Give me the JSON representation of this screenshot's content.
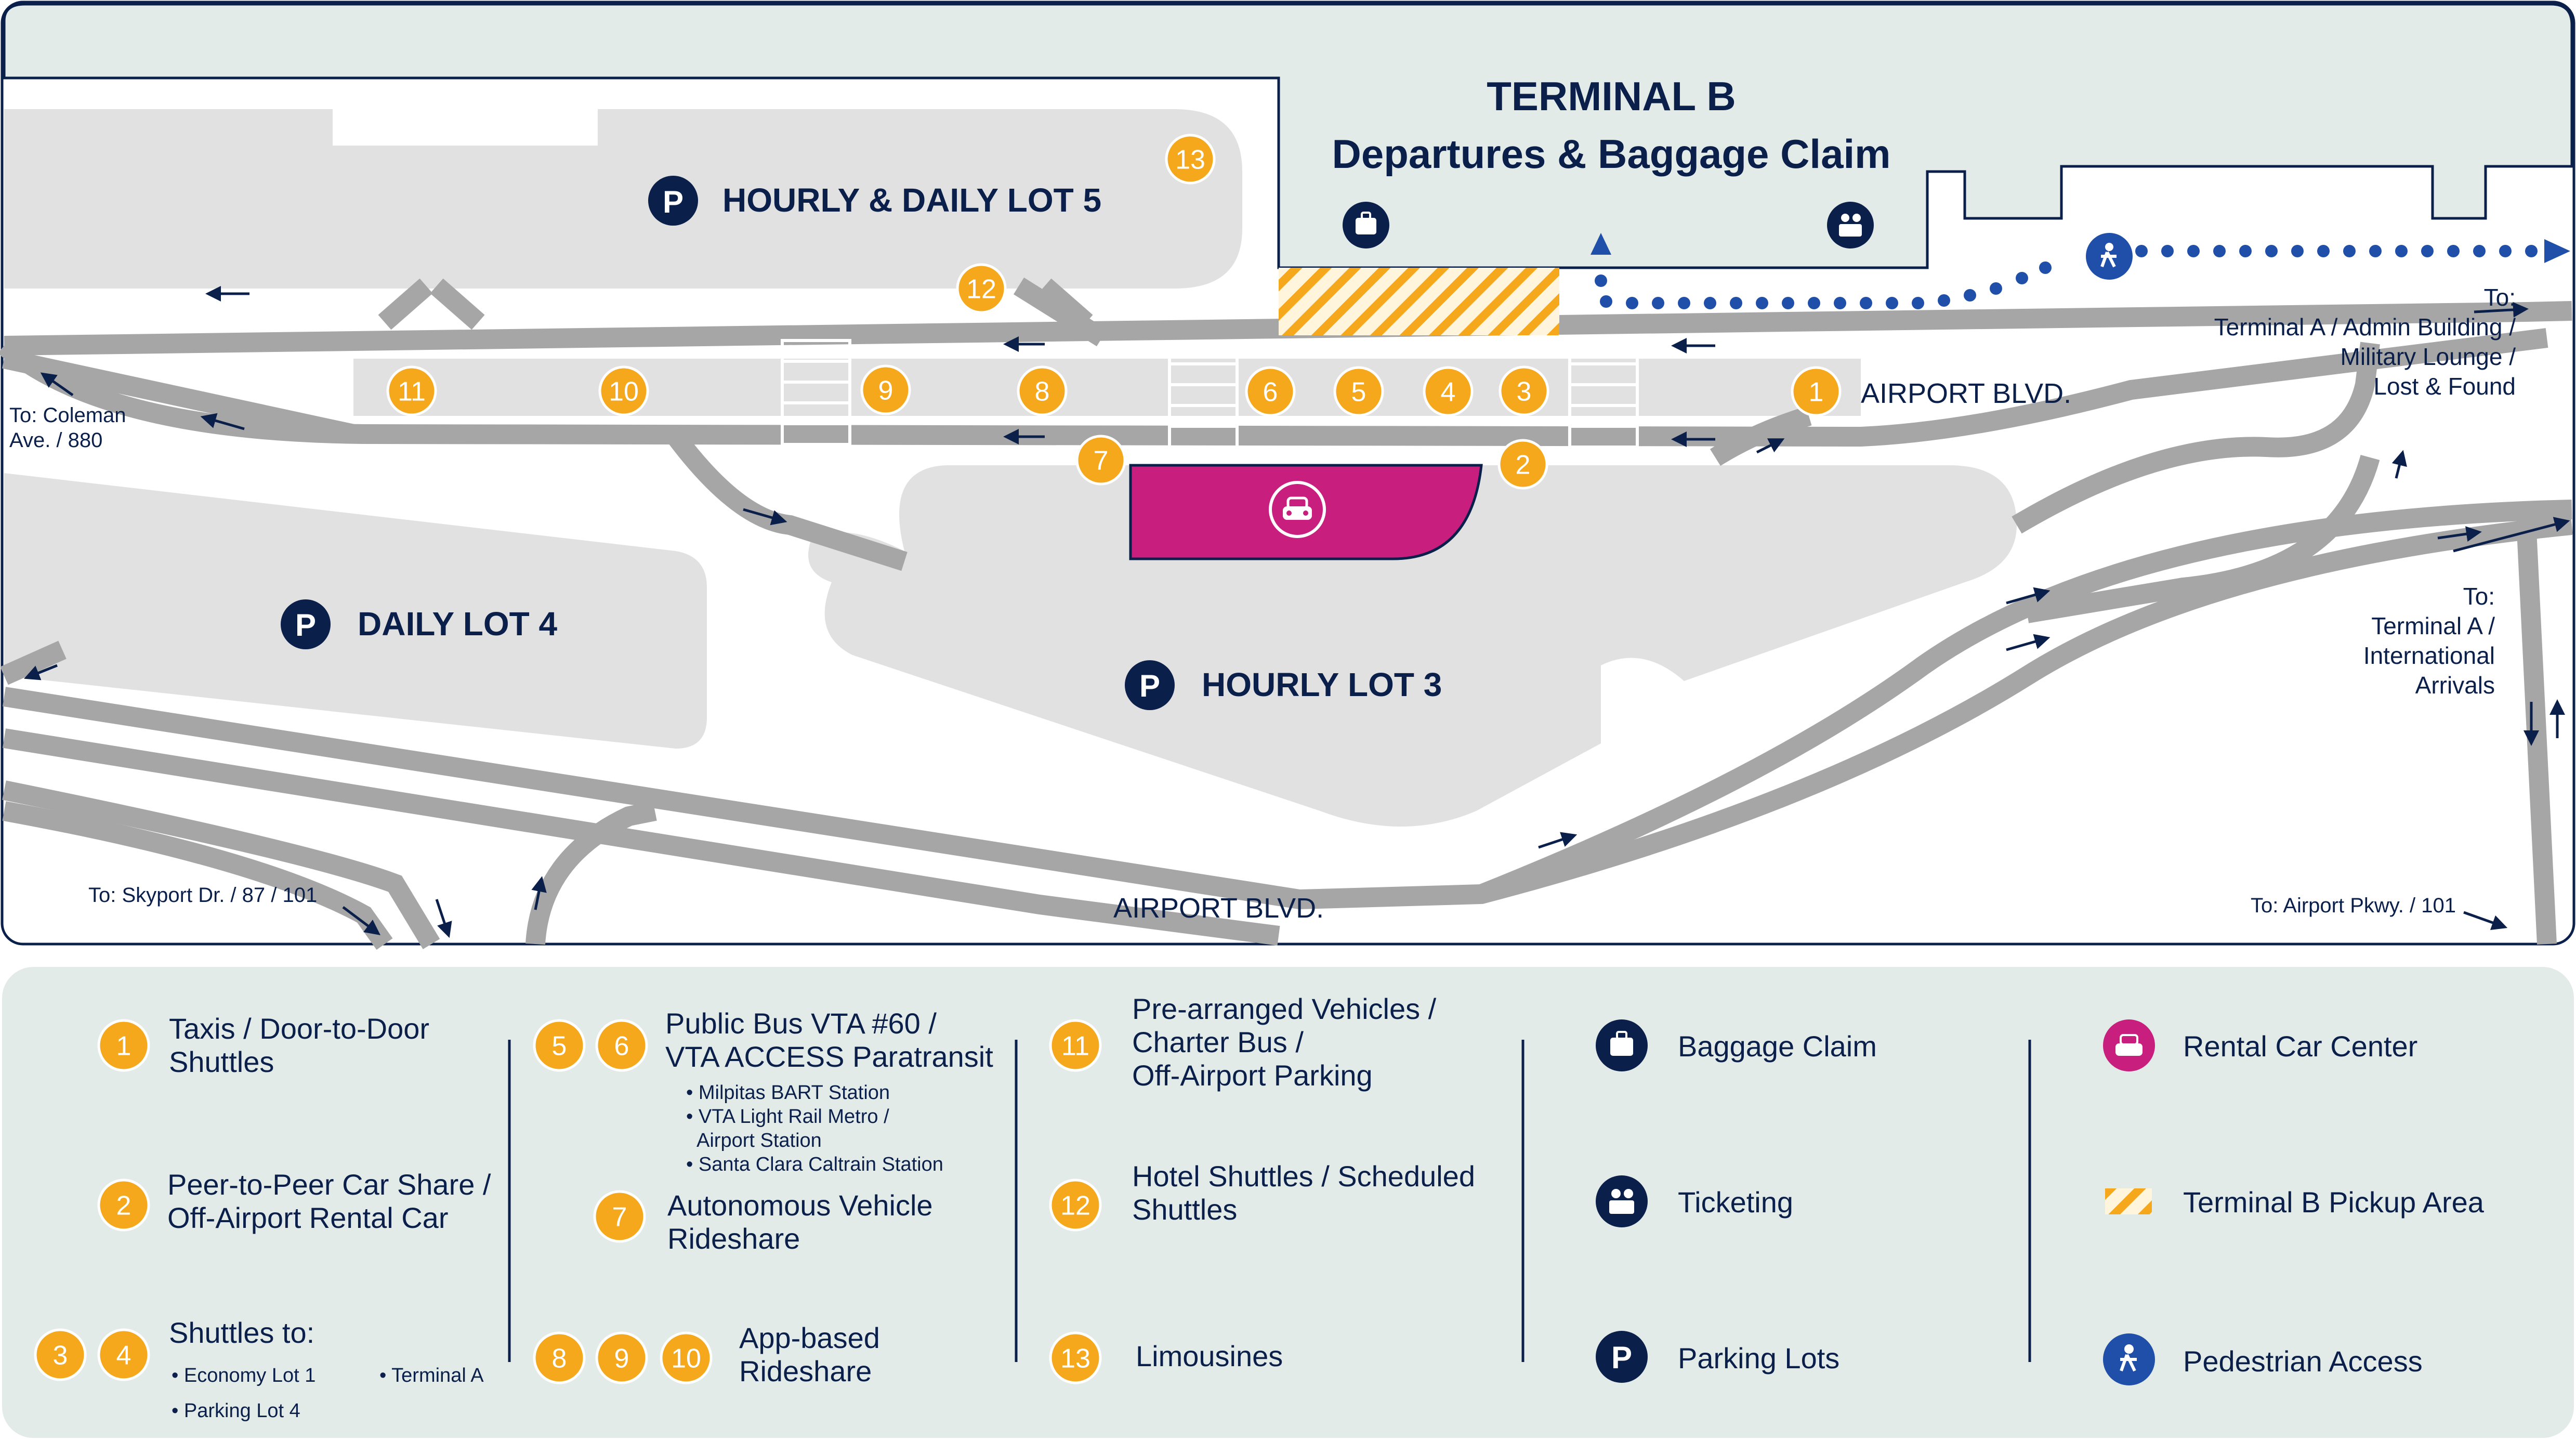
{
  "colors": {
    "navy": "#0b1f4b",
    "road": "#a6a6a6",
    "lot": "#e1e1e1",
    "sky": "#e3ebe9",
    "marker": "#f5a81c",
    "rental": "#c81e7d",
    "pedestrian": "#1f4fa8",
    "hatch": "#f5a81c"
  },
  "map": {
    "terminal_title": "TERMINAL B",
    "terminal_subtitle": "Departures & Baggage Claim",
    "lot5": "HOURLY & DAILY LOT 5",
    "lot4": "DAILY LOT 4",
    "lot3": "HOURLY LOT 3",
    "airport_blvd_top": "AIRPORT BLVD.",
    "airport_blvd_bottom": "AIRPORT BLVD.",
    "to_coleman": [
      "To: Coleman",
      "Ave. / 880"
    ],
    "to_skyport": "To: Skyport Dr. / 87 / 101",
    "to_airport_pkwy": "To: Airport Pkwy. / 101",
    "to_terminal_a_top": [
      "To:",
      "Terminal A / Admin Building /",
      "Military Lounge /",
      "Lost & Found"
    ],
    "to_terminal_a_right": [
      "To:",
      "Terminal A /",
      "International",
      "Arrivals"
    ],
    "parking_symbol": "P",
    "markers": [
      "1",
      "2",
      "3",
      "4",
      "5",
      "6",
      "7",
      "8",
      "9",
      "10",
      "11",
      "12",
      "13"
    ]
  },
  "legend": {
    "item1": [
      "Taxis / Door-to-Door",
      "Shuttles"
    ],
    "item2": [
      "Peer-to-Peer Car Share /",
      "Off-Airport Rental Car"
    ],
    "item34_title": "Shuttles to:",
    "item34_bullets": [
      "• Economy Lot 1",
      "• Terminal A",
      "• Parking Lot  4"
    ],
    "item56": [
      "Public Bus VTA #60 /",
      "VTA ACCESS Paratransit"
    ],
    "item56_bullets": [
      "• Milpitas BART Station",
      "• VTA Light Rail Metro /",
      "Airport Station",
      "• Santa Clara Caltrain Station"
    ],
    "item7": [
      "Autonomous Vehicle",
      "Rideshare"
    ],
    "item8910": [
      "App-based",
      "Rideshare"
    ],
    "item11": [
      "Pre-arranged Vehicles /",
      "Charter Bus /",
      "Off-Airport Parking"
    ],
    "item12": [
      "Hotel Shuttles / Scheduled",
      "Shuttles"
    ],
    "item13": "Limousines",
    "baggage": "Baggage Claim",
    "ticketing": "Ticketing",
    "parking": "Parking Lots",
    "rental": "Rental Car Center",
    "pickup": "Terminal B Pickup Area",
    "pedestrian": "Pedestrian Access"
  }
}
